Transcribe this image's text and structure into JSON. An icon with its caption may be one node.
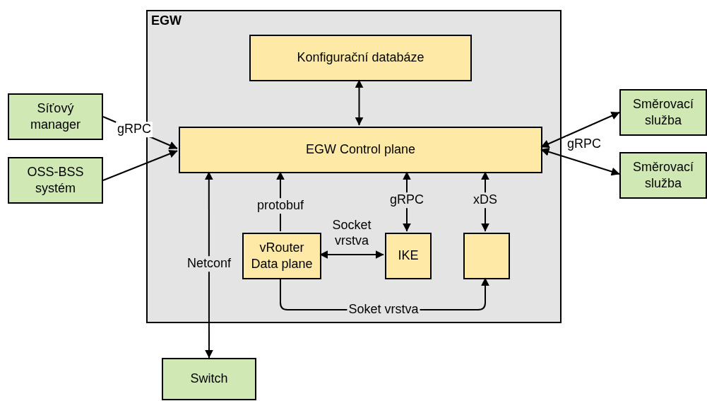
{
  "diagram": {
    "nodes": [
      {
        "text": [
          "EGW"
        ]
      },
      {
        "text": [
          "Konfigurační databáze"
        ],
        "in": 0
      },
      {
        "text": [
          "EGW Control plane"
        ],
        "in": 0
      },
      {
        "text": [
          "vRouter Data plane"
        ],
        "in": 0
      },
      {
        "text": [
          "IKE"
        ],
        "in": 0
      },
      {
        "text": [],
        "shape": "box",
        "in": 0
      },
      {
        "text": [
          "Síťový manager"
        ]
      },
      {
        "text": [
          "OSS-BSS systém"
        ]
      },
      {
        "text": [
          "Směrovací služba"
        ]
      },
      {
        "text": [
          "Směrovací služba"
        ]
      },
      {
        "text": [
          "Switch"
        ]
      }
    ],
    "edges": [
      {
        "from": 1,
        "to": 2,
        "arrow": "both"
      },
      {
        "from": 6,
        "to": 2,
        "arrow": "to",
        "label": "gRPC"
      },
      {
        "from": 7,
        "to": 2,
        "arrow": "to"
      },
      {
        "from": 2,
        "to": 8,
        "arrow": "both",
        "label": "gRPC"
      },
      {
        "from": 2,
        "to": 9,
        "arrow": "both"
      },
      {
        "from": 2,
        "to": 10,
        "arrow": "both",
        "label": "Netconf"
      },
      {
        "from": 3,
        "to": 2,
        "arrow": "to",
        "label": "protobuf"
      },
      {
        "from": 2,
        "to": 4,
        "arrow": "both",
        "label": "gRPC"
      },
      {
        "from": 2,
        "to": 5,
        "arrow": "both",
        "label": "xDS"
      },
      {
        "from": 3,
        "to": 4,
        "arrow": "both",
        "label": "Socket vrstva"
      },
      {
        "from": 3,
        "to": 5,
        "arrow": "to",
        "label": "Soket vrstva"
      }
    ]
  }
}
